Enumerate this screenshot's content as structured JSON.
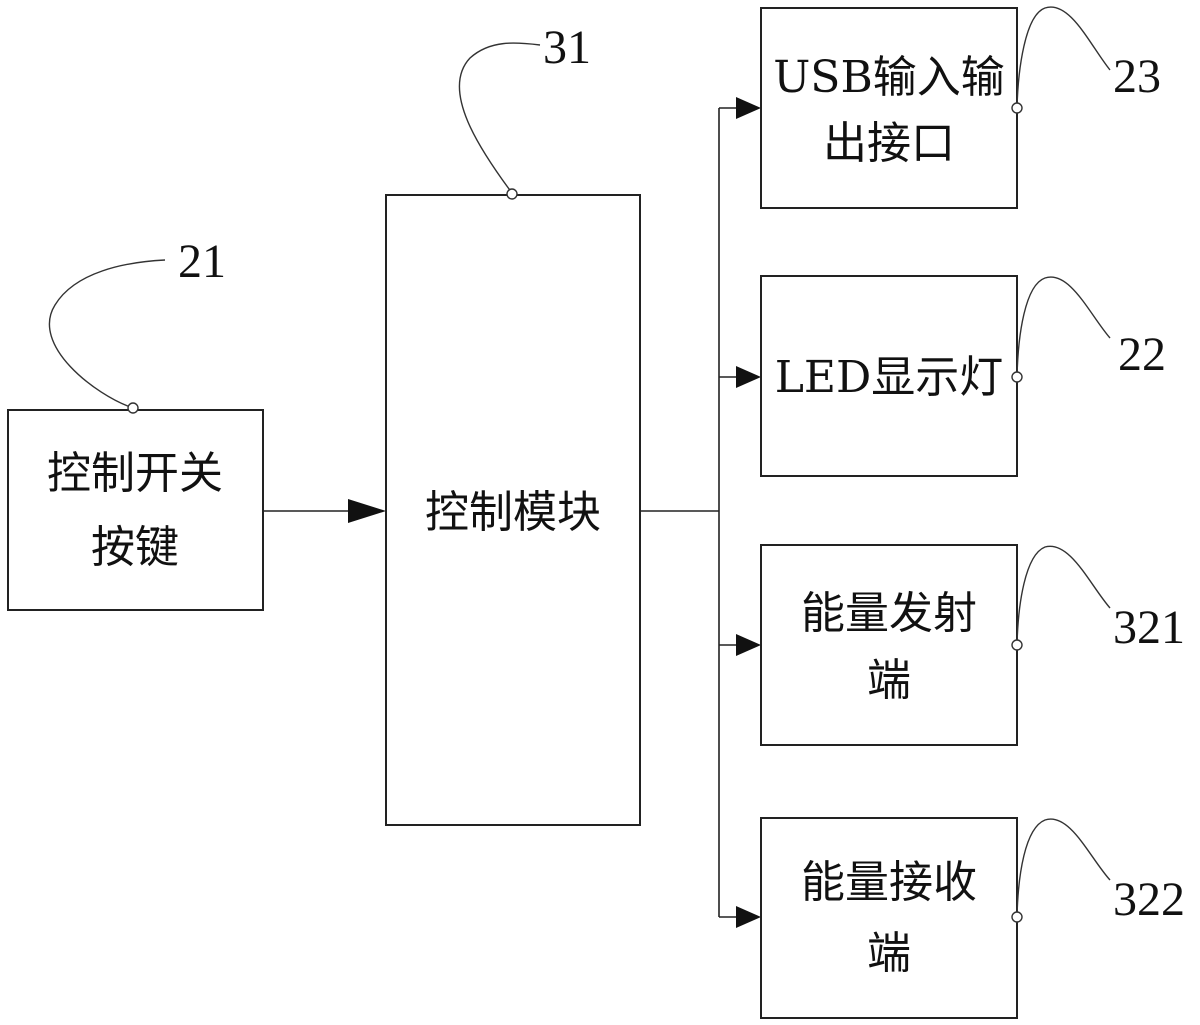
{
  "blocks": {
    "switch_key": {
      "lines": [
        "控制开关",
        "按键"
      ],
      "ref": "21"
    },
    "control_module": {
      "lines": [
        "控制模块"
      ],
      "ref": "31"
    },
    "usb_port": {
      "lines": [
        "USB输入输",
        "出接口"
      ],
      "ref": "23"
    },
    "led_light": {
      "lines": [
        "LED显示灯"
      ],
      "ref": "22"
    },
    "energy_tx": {
      "lines": [
        "能量发射",
        "端"
      ],
      "ref": "321"
    },
    "energy_rx": {
      "lines": [
        "能量接收",
        "端"
      ],
      "ref": "322"
    }
  },
  "connections": [
    {
      "from": "switch_key",
      "to": "control_module"
    },
    {
      "from": "control_module",
      "to": "usb_port"
    },
    {
      "from": "control_module",
      "to": "led_light"
    },
    {
      "from": "control_module",
      "to": "energy_tx"
    },
    {
      "from": "control_module",
      "to": "energy_rx"
    }
  ]
}
